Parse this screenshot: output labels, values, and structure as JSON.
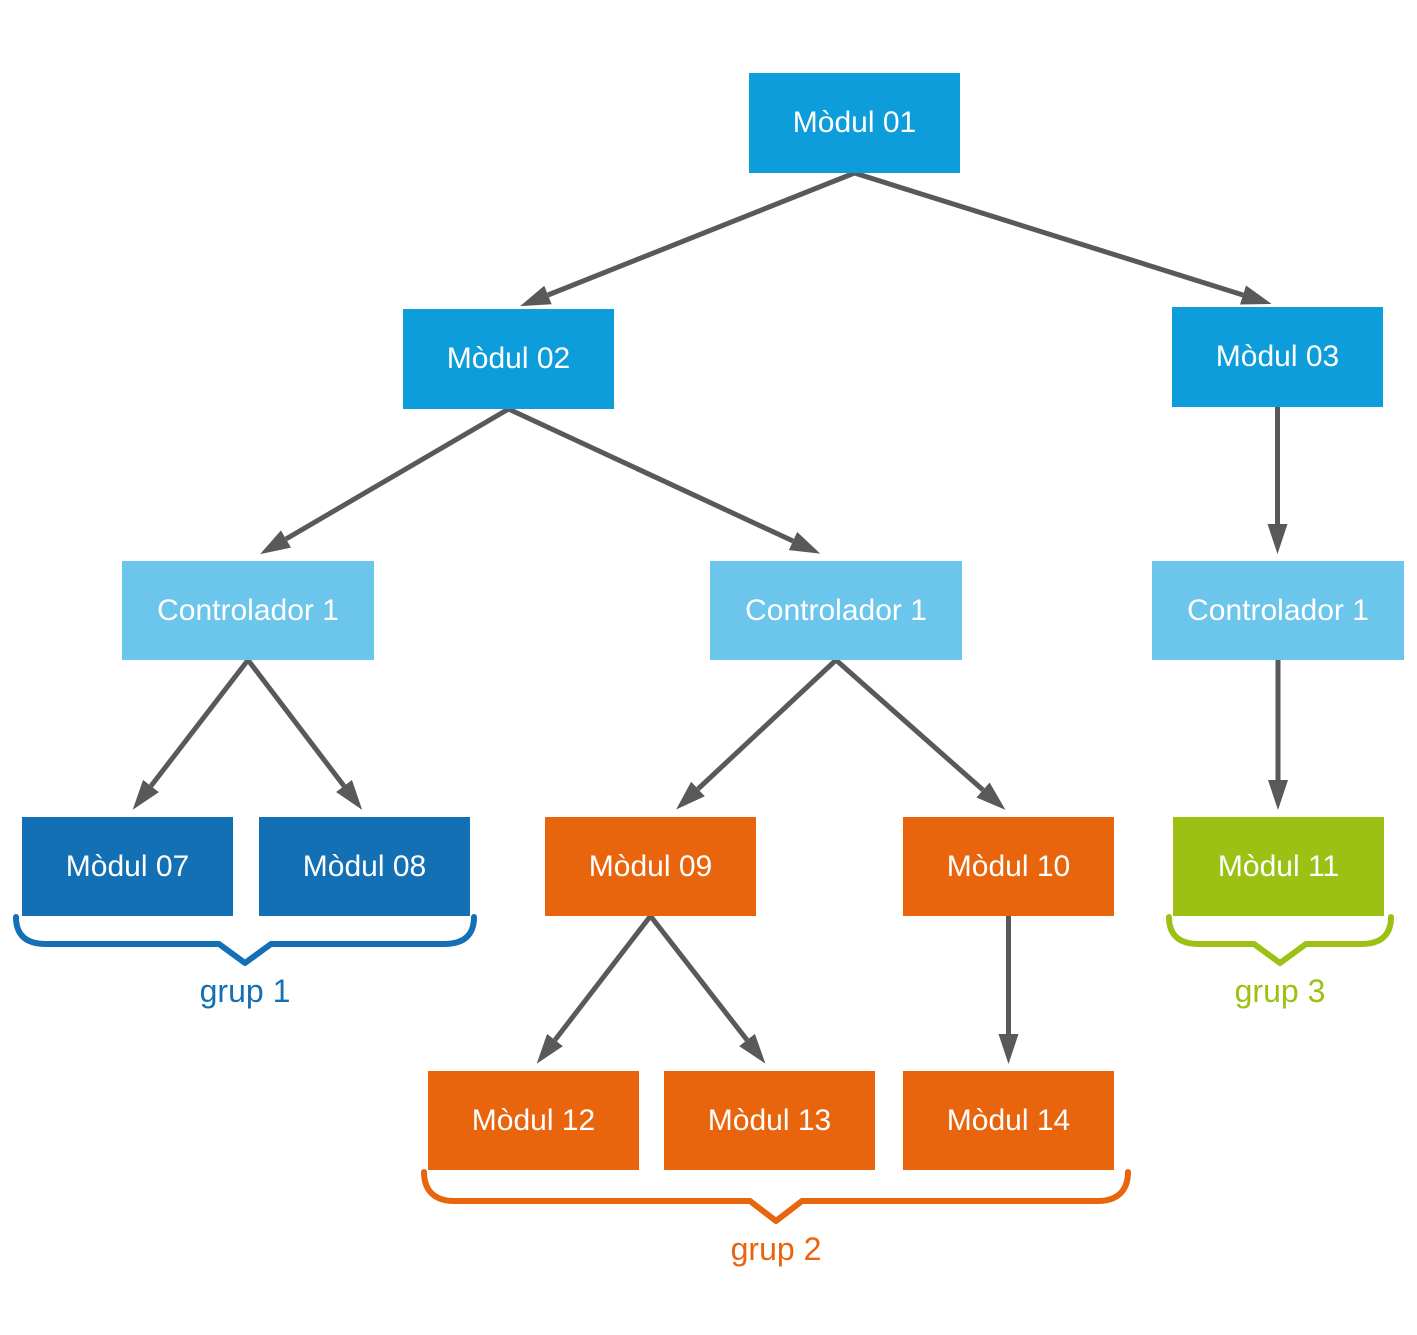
{
  "diagram": {
    "nodes": [
      {
        "id": "modul-01",
        "label": "Mòdul 01",
        "level": 1,
        "color": "#0d9ddb"
      },
      {
        "id": "modul-02",
        "label": "Mòdul 02",
        "level": 2,
        "color": "#0d9ddb"
      },
      {
        "id": "modul-03",
        "label": "Mòdul 03",
        "level": 2,
        "color": "#0d9ddb"
      },
      {
        "id": "controlador-a",
        "label": "Controlador 1",
        "level": 3,
        "color": "#6cc5ea"
      },
      {
        "id": "controlador-b",
        "label": "Controlador 1",
        "level": 3,
        "color": "#6cc5ea"
      },
      {
        "id": "controlador-c",
        "label": "Controlador 1",
        "level": 3,
        "color": "#6cc5ea"
      },
      {
        "id": "modul-07",
        "label": "Mòdul 07",
        "level": 4,
        "color": "#1470b4"
      },
      {
        "id": "modul-08",
        "label": "Mòdul 08",
        "level": 4,
        "color": "#1470b4"
      },
      {
        "id": "modul-09",
        "label": "Mòdul 09",
        "level": 4,
        "color": "#e8650d"
      },
      {
        "id": "modul-10",
        "label": "Mòdul 10",
        "level": 4,
        "color": "#e8650d"
      },
      {
        "id": "modul-11",
        "label": "Mòdul 11",
        "level": 4,
        "color": "#9cc013"
      },
      {
        "id": "modul-12",
        "label": "Mòdul 12",
        "level": 5,
        "color": "#e8650d"
      },
      {
        "id": "modul-13",
        "label": "Mòdul 13",
        "level": 5,
        "color": "#e8650d"
      },
      {
        "id": "modul-14",
        "label": "Mòdul 14",
        "level": 5,
        "color": "#e8650d"
      }
    ],
    "edges": [
      {
        "from": "modul-01",
        "to": "modul-02"
      },
      {
        "from": "modul-01",
        "to": "modul-03"
      },
      {
        "from": "modul-02",
        "to": "controlador-a"
      },
      {
        "from": "modul-02",
        "to": "controlador-b"
      },
      {
        "from": "modul-03",
        "to": "controlador-c"
      },
      {
        "from": "controlador-a",
        "to": "modul-07"
      },
      {
        "from": "controlador-a",
        "to": "modul-08"
      },
      {
        "from": "controlador-b",
        "to": "modul-09"
      },
      {
        "from": "controlador-b",
        "to": "modul-10"
      },
      {
        "from": "controlador-c",
        "to": "modul-11"
      },
      {
        "from": "modul-09",
        "to": "modul-12"
      },
      {
        "from": "modul-09",
        "to": "modul-13"
      },
      {
        "from": "modul-10",
        "to": "modul-14"
      }
    ],
    "groups": [
      {
        "id": "grup-1",
        "label": "grup 1",
        "color": "#1470b4",
        "members": [
          "modul-07",
          "modul-08"
        ]
      },
      {
        "id": "grup-2",
        "label": "grup 2",
        "color": "#e8650d",
        "members": [
          "modul-12",
          "modul-13",
          "modul-14"
        ]
      },
      {
        "id": "grup-3",
        "label": "grup 3",
        "color": "#9cc013",
        "members": [
          "modul-11"
        ]
      }
    ],
    "colors": {
      "node_blue": "#0d9ddb",
      "node_light_blue": "#6cc5ea",
      "node_dark_blue": "#1470b4",
      "node_orange": "#e8650d",
      "node_green": "#9cc013",
      "arrow_gray": "#58595b",
      "node_text": "#ffffff"
    }
  }
}
